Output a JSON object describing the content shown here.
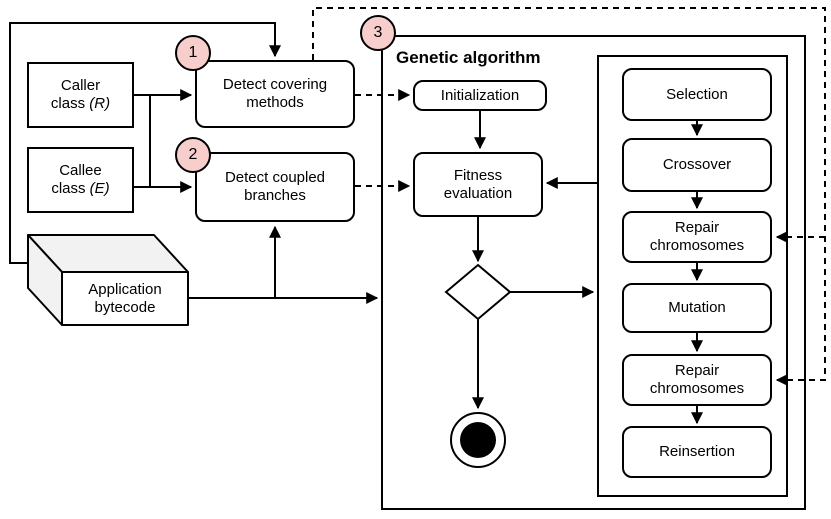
{
  "diagram": {
    "ga_title": "Genetic algorithm",
    "badges": [
      "1",
      "2",
      "3"
    ],
    "nodes": {
      "caller": {
        "line1": "Caller",
        "line2": "class",
        "var": "(R)"
      },
      "callee": {
        "line1": "Callee",
        "line2": "class",
        "var": "(E)"
      },
      "bytecode": "Application bytecode",
      "detect_covering": "Detect covering methods",
      "detect_coupled": "Detect coupled branches",
      "initialization": "Initialization",
      "fitness": "Fitness evaluation"
    },
    "ga_steps": [
      "Selection",
      "Crossover",
      "Repair chromosomes",
      "Mutation",
      "Repair chromosomes",
      "Reinsertion"
    ],
    "colors": {
      "stroke": "#000000",
      "badge_fill": "#f8cecc",
      "cube_face": "#f2f2f2",
      "node_fill": "#ffffff",
      "background": "#ffffff"
    }
  }
}
